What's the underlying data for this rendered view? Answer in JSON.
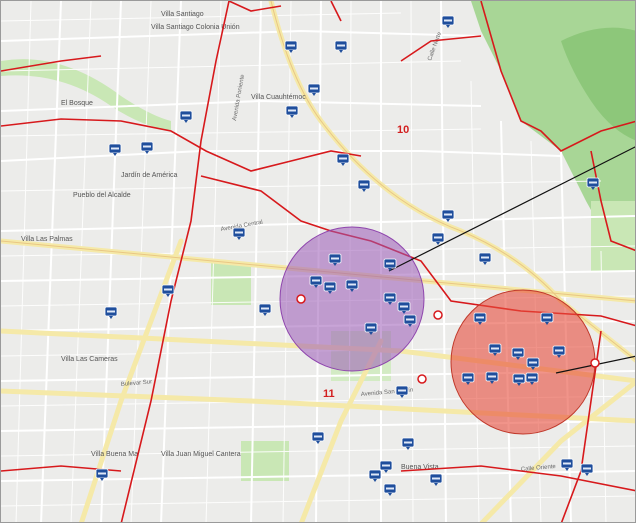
{
  "map": {
    "district_labels": [
      {
        "id": "d10",
        "text": "10"
      },
      {
        "id": "d11",
        "text": "11"
      }
    ],
    "place_labels": [
      {
        "id": "p1",
        "text": "Villa Santiago"
      },
      {
        "id": "p2",
        "text": "Villa Santiago Colonia Unión"
      },
      {
        "id": "p3",
        "text": "Villa Cuauhtémoc"
      },
      {
        "id": "p4",
        "text": "El Bosque"
      },
      {
        "id": "p5",
        "text": "Jardín de América"
      },
      {
        "id": "p6",
        "text": "Pueblo del Alcalde"
      },
      {
        "id": "p7",
        "text": "Villa Las Cameras"
      },
      {
        "id": "p8",
        "text": "Villa Las Palmas"
      },
      {
        "id": "p9",
        "text": "Villa Buena Ma"
      },
      {
        "id": "p10",
        "text": "Villa Juan Miguel Cantera"
      },
      {
        "id": "p11",
        "text": "Buena Vista"
      }
    ],
    "colors": {
      "boundary": "#d7191c",
      "purple_zone": "#9b59b6",
      "red_zone": "#e74c3c",
      "marker": "#1f4e9c",
      "park": "#c9e7b5",
      "forest": "#9fd08a",
      "major_road": "#f5e9a8",
      "road": "#ffffff"
    },
    "zones": [
      {
        "id": "purple-zone",
        "color": "#9b59b6"
      },
      {
        "id": "red-zone",
        "color": "#e74c3c"
      }
    ]
  }
}
